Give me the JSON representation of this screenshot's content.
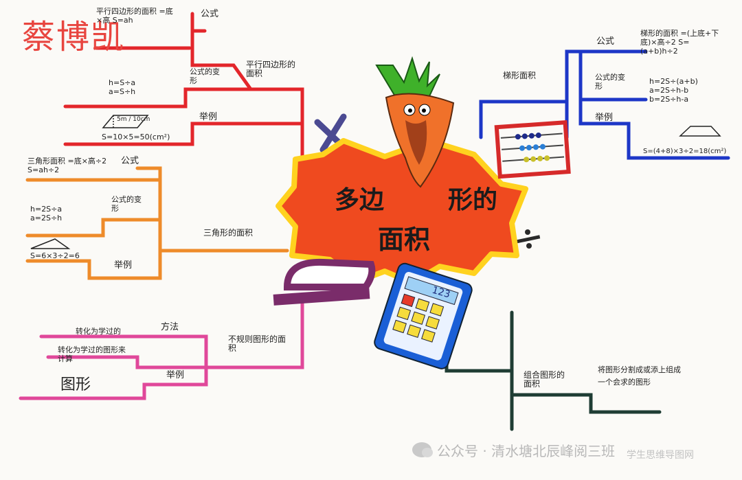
{
  "author": "蔡博凯",
  "central": {
    "line1a": "多边",
    "line1b": "形的",
    "line2": "面积"
  },
  "calculator_display": "123",
  "branches": {
    "parallelogram": {
      "title": "平行四边形的面积",
      "formula_label": "公式",
      "formula_text": "平行四边形的面积 =底×高 S=ah",
      "variant_label": "公式的变形",
      "variant_text": "h=S÷a  a=S÷h",
      "example_label": "举例",
      "example_fig": "5m / 10cm",
      "example_text": "S=10×5=50(cm²)"
    },
    "triangle": {
      "title": "三角形的面积",
      "formula_label": "公式",
      "formula_text": "三角形面积 =底×高÷2  S=ah÷2",
      "variant_label": "公式的变形",
      "variant_text": "h=2S÷a  a=2S÷h",
      "example_label": "举例",
      "example_text": "S=6×3÷2=6"
    },
    "irregular": {
      "title": "不规则图形的面积",
      "method_label": "方法",
      "method_text": "转化为学过的",
      "method_text2": "转化为学过的图形来计算",
      "example_label": "举例",
      "example_text": "图形"
    },
    "trapezoid": {
      "title": "梯形面积",
      "formula_label": "公式",
      "formula_text": "梯形的面积 =(上底+下底)×高÷2  S=(a+b)h÷2",
      "variant_label": "公式的变形",
      "variant_text": "h=2S÷(a+b)  a=2S÷h-b  b=2S÷h-a",
      "example_label": "举例",
      "example_text": "S=(4+8)×3÷2=18(cm²)"
    },
    "composite": {
      "title": "组合图形的面积",
      "text": "将图形分割成或添上组成一个会求的图形"
    }
  },
  "footer": {
    "account": "公众号 · 清水塘北辰峰阅三班",
    "watermark": "学生思维导图网"
  },
  "colors": {
    "parallelogram": "#e3262b",
    "triangle": "#ee8b2a",
    "irregular": "#e0489a",
    "trapezoid": "#1d37c7",
    "composite": "#1f3d34",
    "author": "#e8453f"
  }
}
